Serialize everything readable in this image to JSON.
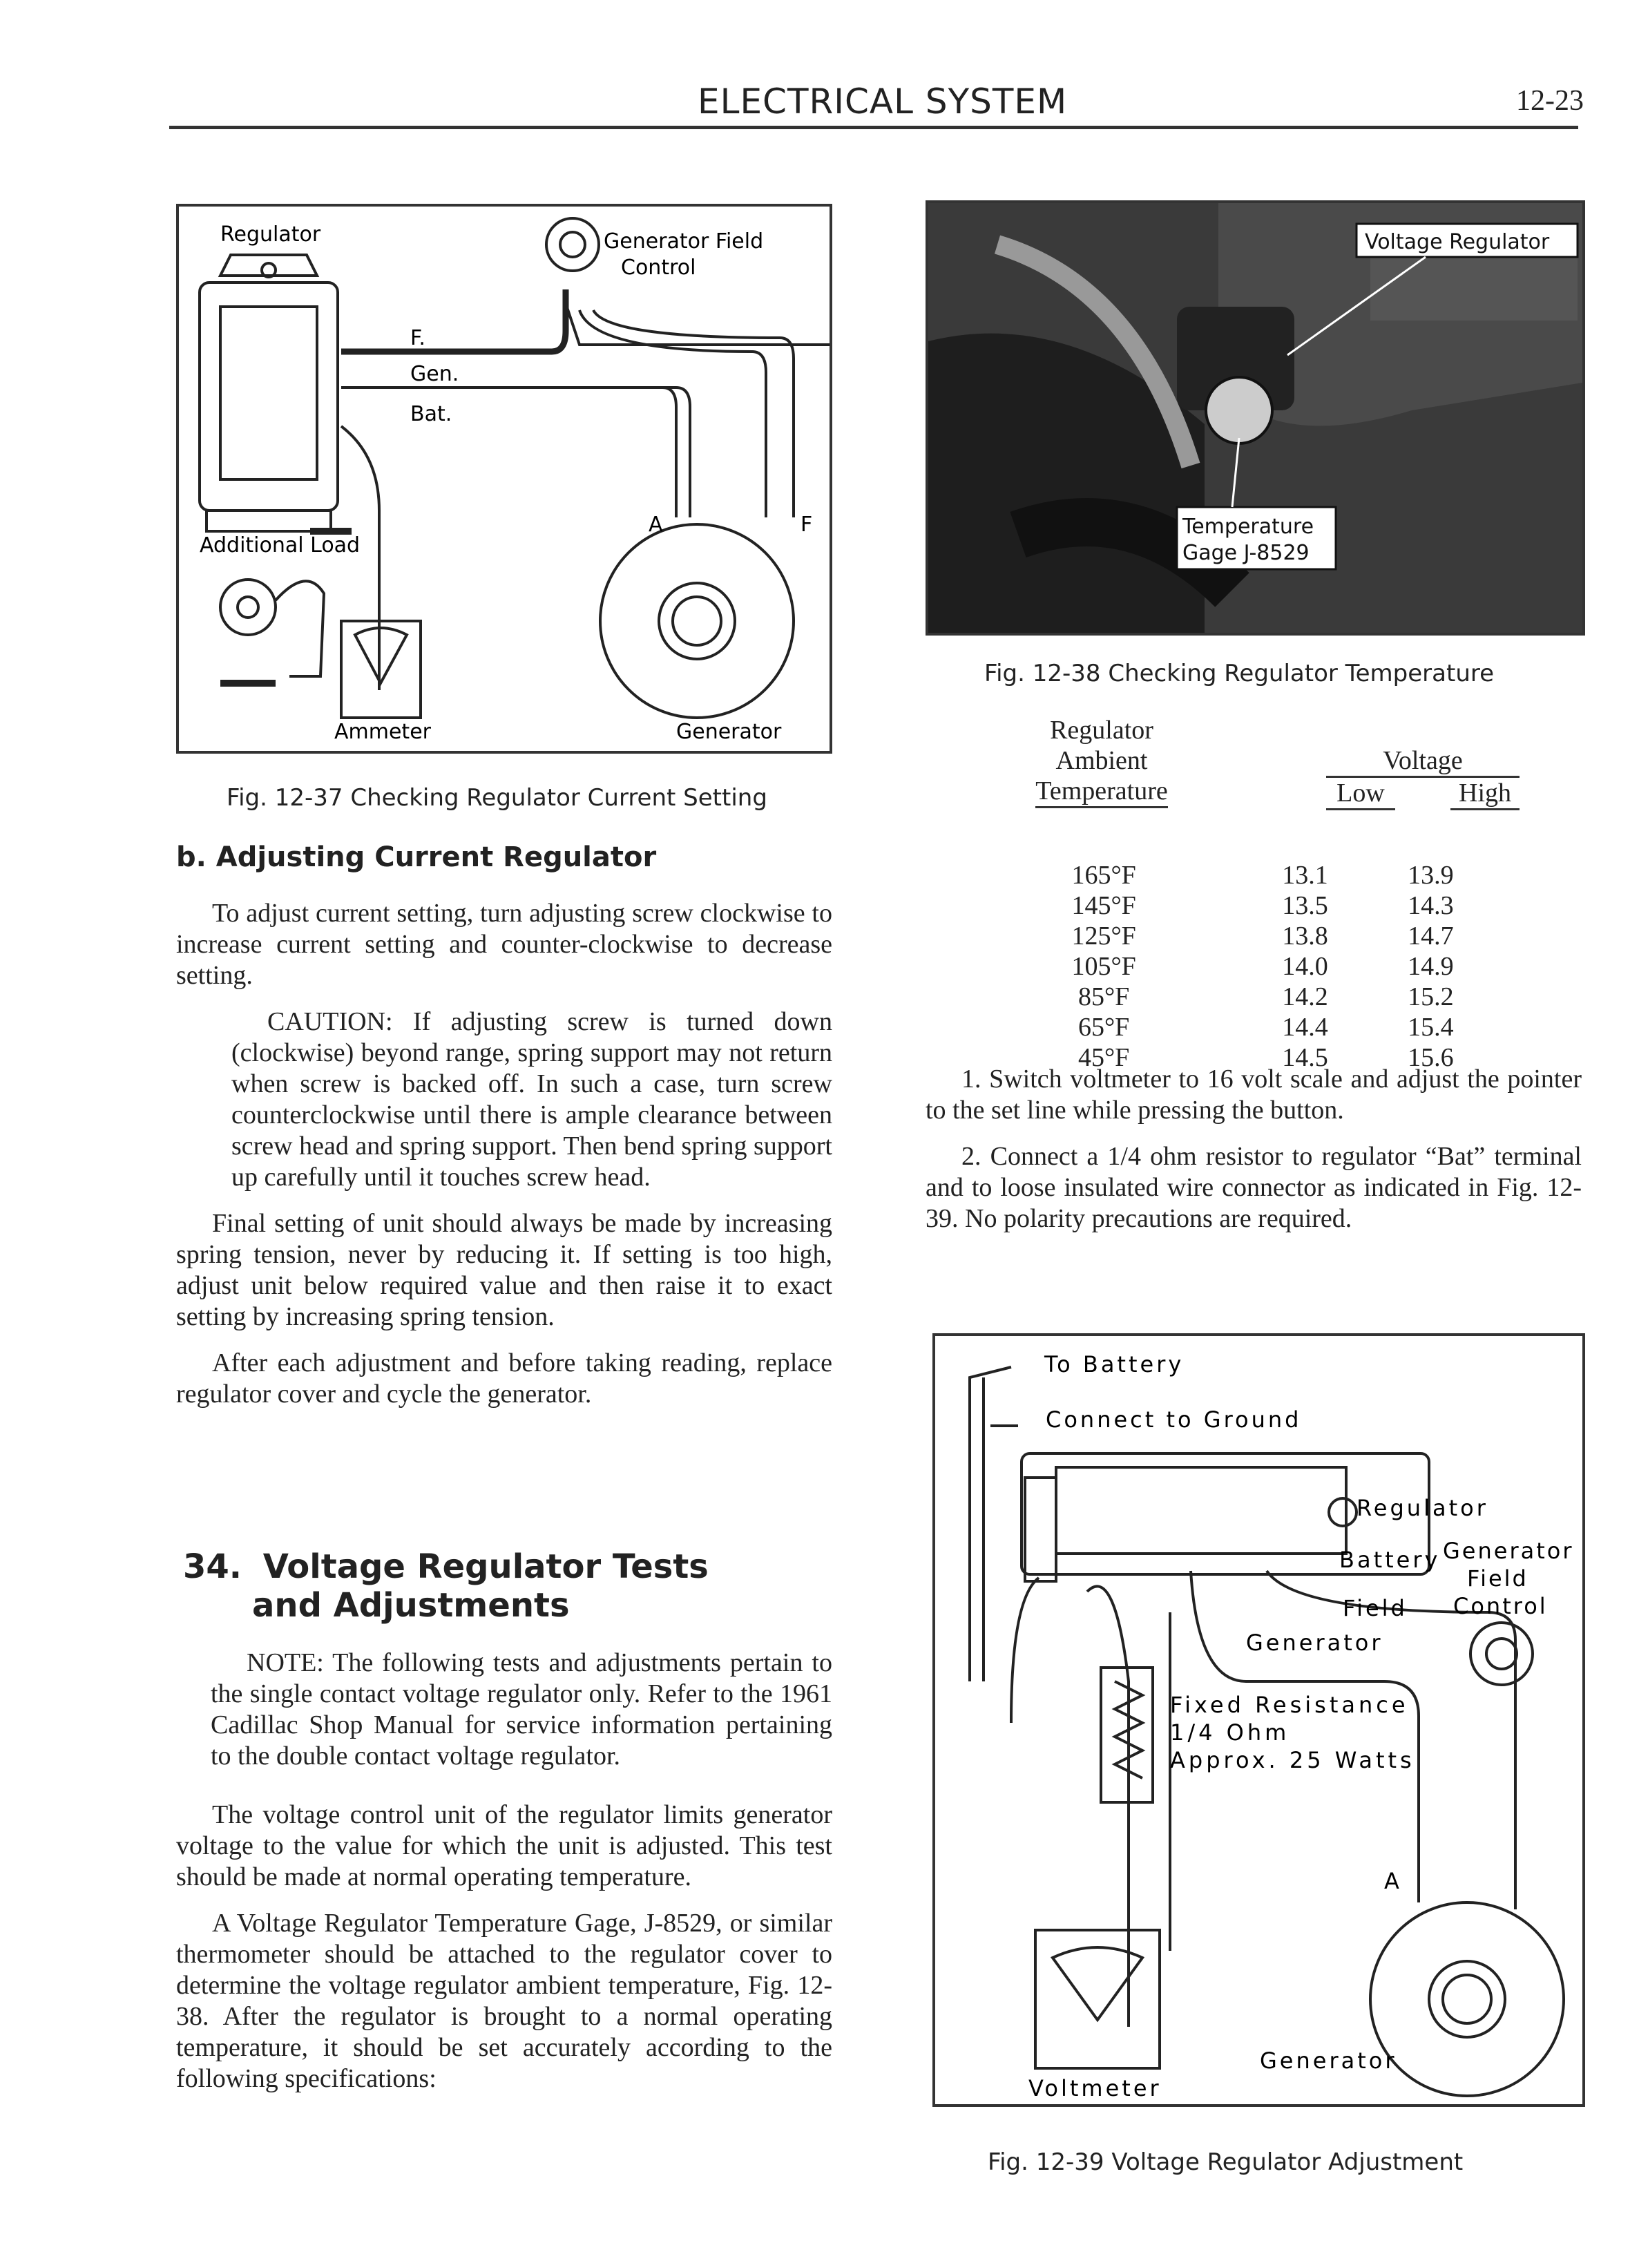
{
  "header": {
    "title": "ELECTRICAL SYSTEM",
    "page_number": "12-23"
  },
  "fig_12_37": {
    "labels": {
      "regulator": "Regulator",
      "generator_field_control": [
        "Generator Field",
        "Control"
      ],
      "f": "F.",
      "gen": "Gen.",
      "bat": "Bat.",
      "additional_load": "Additional Load",
      "a": "A",
      "f_term": "F",
      "ammeter": "Ammeter",
      "generator": "Generator"
    },
    "caption": "Fig. 12-37  Checking Regulator Current Setting"
  },
  "fig_12_38": {
    "labels": {
      "voltage_regulator": "Voltage Regulator",
      "temperature_gage": [
        "Temperature",
        "Gage J-8529"
      ]
    },
    "caption": "Fig. 12-38  Checking Regulator Temperature"
  },
  "section_b": {
    "heading": "b. Adjusting Current Regulator",
    "paragraphs": [
      "To adjust current setting, turn adjusting screw clockwise to increase current setting and counter-clockwise to decrease setting.",
      "CAUTION: If adjusting screw is turned down (clockwise) beyond range, spring support may not return when screw is backed off. In such a case, turn screw counterclockwise until there is ample clearance between screw head and spring support. Then bend spring support up carefully until it touches screw head.",
      "Final setting of unit should always be made by increasing spring tension, never by reducing it. If setting is too high, adjust unit below required value and then raise it to exact setting by increasing spring tension.",
      "After each adjustment and before taking reading, replace regulator cover and cycle the generator."
    ]
  },
  "section_34": {
    "number": "34.",
    "heading_line1": "Voltage Regulator Tests",
    "heading_line2": "and Adjustments",
    "paragraphs": [
      "NOTE: The following tests and adjustments pertain to the single contact voltage regulator only. Refer to the 1961 Cadillac Shop Manual for service information pertaining to the double contact voltage regulator.",
      "The voltage control unit of the regulator limits generator voltage to the value for which the unit is adjusted. This test should be made at normal operating temperature.",
      "A Voltage Regulator Temperature Gage, J-8529, or similar thermometer should be attached to the regulator cover to determine the voltage regulator ambient temperature, Fig. 12-38. After the regulator is brought to a normal operating temperature, it should be set accurately according to the following specifications:"
    ]
  },
  "spec_table": {
    "col1_header": [
      "Regulator",
      "Ambient",
      "Temperature"
    ],
    "voltage_header": "Voltage",
    "low_header": "Low",
    "high_header": "High",
    "rows": [
      [
        "165°F",
        "13.1",
        "13.9"
      ],
      [
        "145°F",
        "13.5",
        "14.3"
      ],
      [
        "125°F",
        "13.8",
        "14.7"
      ],
      [
        "105°F",
        "14.0",
        "14.9"
      ],
      [
        "85°F",
        "14.2",
        "15.2"
      ],
      [
        "65°F",
        "14.4",
        "15.4"
      ],
      [
        "45°F",
        "14.5",
        "15.6"
      ]
    ]
  },
  "steps": [
    "1. Switch voltmeter to 16 volt scale and adjust the pointer to the set line while pressing the button.",
    "2. Connect a 1/4 ohm resistor to regulator “Bat” terminal and to loose insulated wire connector as indicated in Fig. 12-39. No polarity precautions are required."
  ],
  "fig_12_39": {
    "labels": {
      "to_battery": "To Battery",
      "connect_to_ground": "Connect to Ground",
      "regulator": "Regulator",
      "battery": "Battery",
      "generator_field_control": [
        "Generator",
        "Field",
        "Control"
      ],
      "field": "Field",
      "generator_term": "Generator",
      "fixed_resistance": [
        "Fixed Resistance",
        "1/4 Ohm",
        "Approx. 25 Watts"
      ],
      "a": "A",
      "voltmeter": "Voltmeter",
      "generator": "Generator"
    },
    "caption": "Fig. 12-39  Voltage Regulator Adjustment"
  }
}
